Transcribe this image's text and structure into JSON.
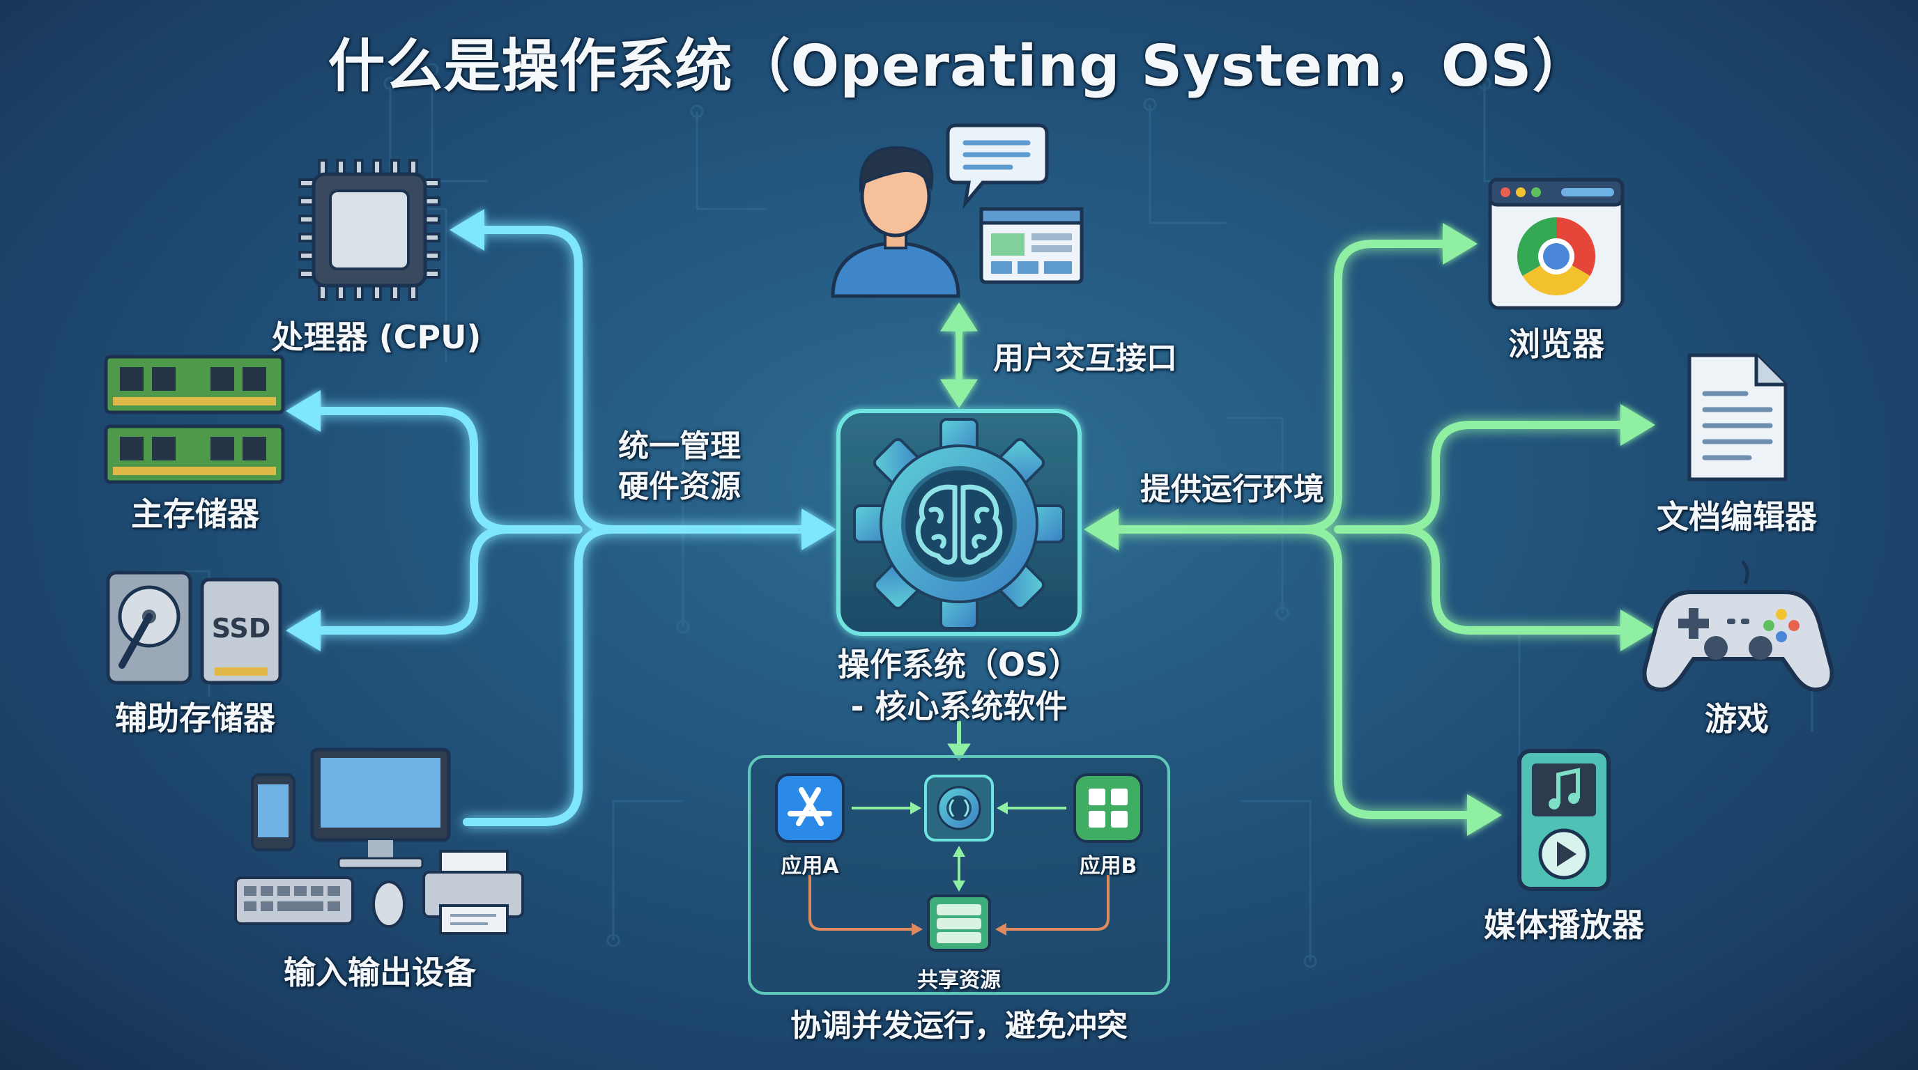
{
  "title": "什么是操作系统（Operating System，OS）",
  "center": {
    "line1": "操作系统（OS）",
    "line2": "- 核心系统软件",
    "icon": "brain-gear-icon"
  },
  "hardware": [
    {
      "label": "处理器 (CPU)",
      "icon": "cpu-chip-icon"
    },
    {
      "label": "主存储器",
      "icon": "ram-module-icon"
    },
    {
      "label": "辅助存储器",
      "icon": "hdd-ssd-icon"
    },
    {
      "label": "输入输出设备",
      "icon": "computer-peripherals-icon"
    }
  ],
  "software": [
    {
      "label": "浏览器",
      "icon": "browser-icon"
    },
    {
      "label": "文档编辑器",
      "icon": "document-icon"
    },
    {
      "label": "游戏",
      "icon": "gamepad-icon"
    },
    {
      "label": "媒体播放器",
      "icon": "media-player-icon"
    }
  ],
  "connectors": {
    "hardware_left": [
      "统一管理",
      "硬件资源"
    ],
    "software_right": "提供运行环境",
    "user_top": "用户交互接口"
  },
  "concurrency": {
    "app_a": "应用A",
    "app_b": "应用B",
    "shared": "共享资源",
    "caption": "协调并发运行，避免冲突"
  },
  "colors": {
    "background": "#22557d",
    "hardware_flow": "#7fe6ff",
    "software_flow": "#8ff0a4",
    "title_text": "#f4f8fb"
  }
}
